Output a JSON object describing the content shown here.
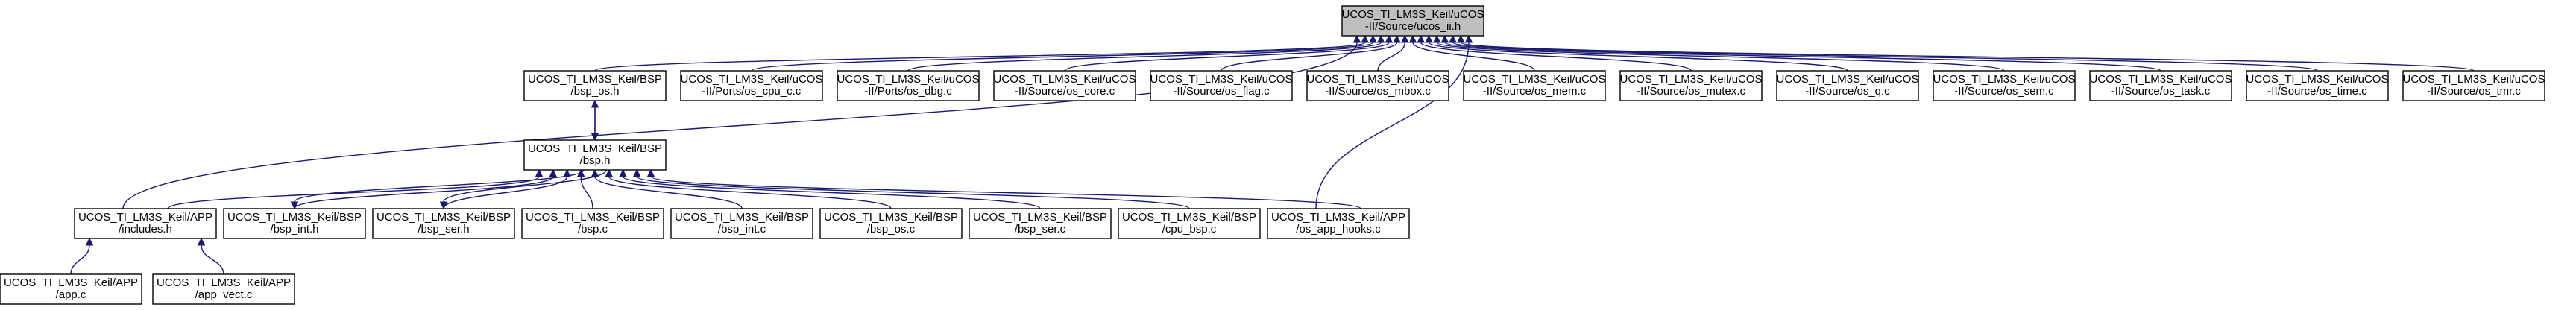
{
  "diagram": {
    "colors": {
      "edge": "#191970",
      "root_fill": "#bfbfbf",
      "node_fill": "#ffffff",
      "node_stroke": "#000000"
    },
    "nodes": [
      {
        "id": "ucos_ii_h",
        "root": true,
        "lines": [
          "UCOS_TI_LM3S_Keil/uCOS",
          "-II/Source/ucos_ii.h"
        ]
      },
      {
        "id": "bsp_os_h",
        "lines": [
          "UCOS_TI_LM3S_Keil/BSP",
          "/bsp_os.h"
        ]
      },
      {
        "id": "os_cpu_c_c",
        "lines": [
          "UCOS_TI_LM3S_Keil/uCOS",
          "-II/Ports/os_cpu_c.c"
        ]
      },
      {
        "id": "os_dbg_c",
        "lines": [
          "UCOS_TI_LM3S_Keil/uCOS",
          "-II/Ports/os_dbg.c"
        ]
      },
      {
        "id": "os_core_c",
        "lines": [
          "UCOS_TI_LM3S_Keil/uCOS",
          "-II/Source/os_core.c"
        ]
      },
      {
        "id": "os_flag_c",
        "lines": [
          "UCOS_TI_LM3S_Keil/uCOS",
          "-II/Source/os_flag.c"
        ]
      },
      {
        "id": "os_mbox_c",
        "lines": [
          "UCOS_TI_LM3S_Keil/uCOS",
          "-II/Source/os_mbox.c"
        ]
      },
      {
        "id": "os_mem_c",
        "lines": [
          "UCOS_TI_LM3S_Keil/uCOS",
          "-II/Source/os_mem.c"
        ]
      },
      {
        "id": "os_mutex_c",
        "lines": [
          "UCOS_TI_LM3S_Keil/uCOS",
          "-II/Source/os_mutex.c"
        ]
      },
      {
        "id": "os_q_c",
        "lines": [
          "UCOS_TI_LM3S_Keil/uCOS",
          "-II/Source/os_q.c"
        ]
      },
      {
        "id": "os_sem_c",
        "lines": [
          "UCOS_TI_LM3S_Keil/uCOS",
          "-II/Source/os_sem.c"
        ]
      },
      {
        "id": "os_task_c",
        "lines": [
          "UCOS_TI_LM3S_Keil/uCOS",
          "-II/Source/os_task.c"
        ]
      },
      {
        "id": "os_time_c",
        "lines": [
          "UCOS_TI_LM3S_Keil/uCOS",
          "-II/Source/os_time.c"
        ]
      },
      {
        "id": "os_tmr_c",
        "lines": [
          "UCOS_TI_LM3S_Keil/uCOS",
          "-II/Source/os_tmr.c"
        ]
      },
      {
        "id": "bsp_h",
        "lines": [
          "UCOS_TI_LM3S_Keil/BSP",
          "/bsp.h"
        ]
      },
      {
        "id": "includes_h",
        "lines": [
          "UCOS_TI_LM3S_Keil/APP",
          "/includes.h"
        ]
      },
      {
        "id": "bsp_int_h",
        "lines": [
          "UCOS_TI_LM3S_Keil/BSP",
          "/bsp_int.h"
        ]
      },
      {
        "id": "bsp_ser_h",
        "lines": [
          "UCOS_TI_LM3S_Keil/BSP",
          "/bsp_ser.h"
        ]
      },
      {
        "id": "bsp_c",
        "lines": [
          "UCOS_TI_LM3S_Keil/BSP",
          "/bsp.c"
        ]
      },
      {
        "id": "bsp_int_c",
        "lines": [
          "UCOS_TI_LM3S_Keil/BSP",
          "/bsp_int.c"
        ]
      },
      {
        "id": "bsp_os_c",
        "lines": [
          "UCOS_TI_LM3S_Keil/BSP",
          "/bsp_os.c"
        ]
      },
      {
        "id": "bsp_ser_c",
        "lines": [
          "UCOS_TI_LM3S_Keil/BSP",
          "/bsp_ser.c"
        ]
      },
      {
        "id": "cpu_bsp_c",
        "lines": [
          "UCOS_TI_LM3S_Keil/BSP",
          "/cpu_bsp.c"
        ]
      },
      {
        "id": "os_app_hooks_c",
        "lines": [
          "UCOS_TI_LM3S_Keil/APP",
          "/os_app_hooks.c"
        ]
      },
      {
        "id": "app_c",
        "lines": [
          "UCOS_TI_LM3S_Keil/APP",
          "/app.c"
        ]
      },
      {
        "id": "app_vect_c",
        "lines": [
          "UCOS_TI_LM3S_Keil/APP",
          "/app_vect.c"
        ]
      }
    ],
    "edges": [
      {
        "from": "includes_h",
        "to": "ucos_ii_h"
      },
      {
        "from": "bsp_os_h",
        "to": "ucos_ii_h"
      },
      {
        "from": "os_cpu_c_c",
        "to": "ucos_ii_h"
      },
      {
        "from": "os_dbg_c",
        "to": "ucos_ii_h"
      },
      {
        "from": "os_core_c",
        "to": "ucos_ii_h"
      },
      {
        "from": "os_flag_c",
        "to": "ucos_ii_h"
      },
      {
        "from": "os_mbox_c",
        "to": "ucos_ii_h"
      },
      {
        "from": "os_mem_c",
        "to": "ucos_ii_h"
      },
      {
        "from": "os_mutex_c",
        "to": "ucos_ii_h"
      },
      {
        "from": "os_q_c",
        "to": "ucos_ii_h"
      },
      {
        "from": "os_sem_c",
        "to": "ucos_ii_h"
      },
      {
        "from": "os_task_c",
        "to": "ucos_ii_h"
      },
      {
        "from": "os_time_c",
        "to": "ucos_ii_h"
      },
      {
        "from": "os_tmr_c",
        "to": "ucos_ii_h"
      },
      {
        "from": "os_app_hooks_c",
        "to": "ucos_ii_h"
      },
      {
        "from": "bsp_h",
        "to": "bsp_os_h"
      },
      {
        "from": "bsp_os_h",
        "to": "bsp_h"
      },
      {
        "from": "includes_h",
        "to": "bsp_h"
      },
      {
        "from": "bsp_int_h",
        "to": "bsp_h"
      },
      {
        "from": "bsp_ser_h",
        "to": "bsp_h"
      },
      {
        "from": "bsp_c",
        "to": "bsp_h"
      },
      {
        "from": "bsp_int_c",
        "to": "bsp_h"
      },
      {
        "from": "bsp_os_c",
        "to": "bsp_h"
      },
      {
        "from": "bsp_ser_c",
        "to": "bsp_h"
      },
      {
        "from": "cpu_bsp_c",
        "to": "bsp_h"
      },
      {
        "from": "os_app_hooks_c",
        "to": "bsp_h"
      },
      {
        "from": "bsp_h",
        "to": "bsp_int_h"
      },
      {
        "from": "bsp_h",
        "to": "bsp_ser_h"
      },
      {
        "from": "app_c",
        "to": "includes_h"
      },
      {
        "from": "app_vect_c",
        "to": "includes_h"
      }
    ]
  }
}
